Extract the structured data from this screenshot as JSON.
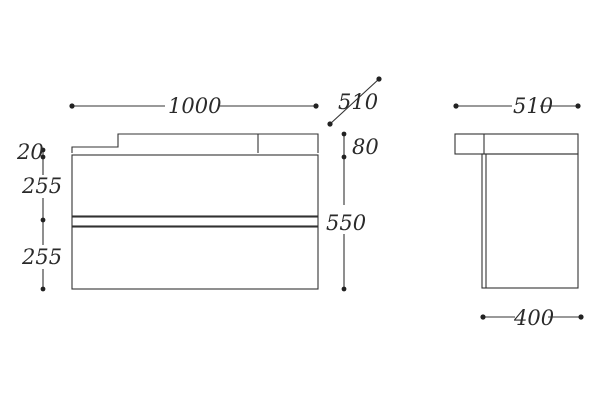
{
  "front_view": {
    "width_label": "1000",
    "top_gap_label": "20",
    "drawer_top_label": "255",
    "drawer_bottom_label": "255",
    "top_thickness_label": "80",
    "height_label": "550",
    "depth_label": "510"
  },
  "side_view": {
    "top_depth_label": "510",
    "body_depth_label": "400"
  },
  "colors": {
    "line": "#333333",
    "dot": "#222222",
    "text": "#2a2a2a"
  }
}
